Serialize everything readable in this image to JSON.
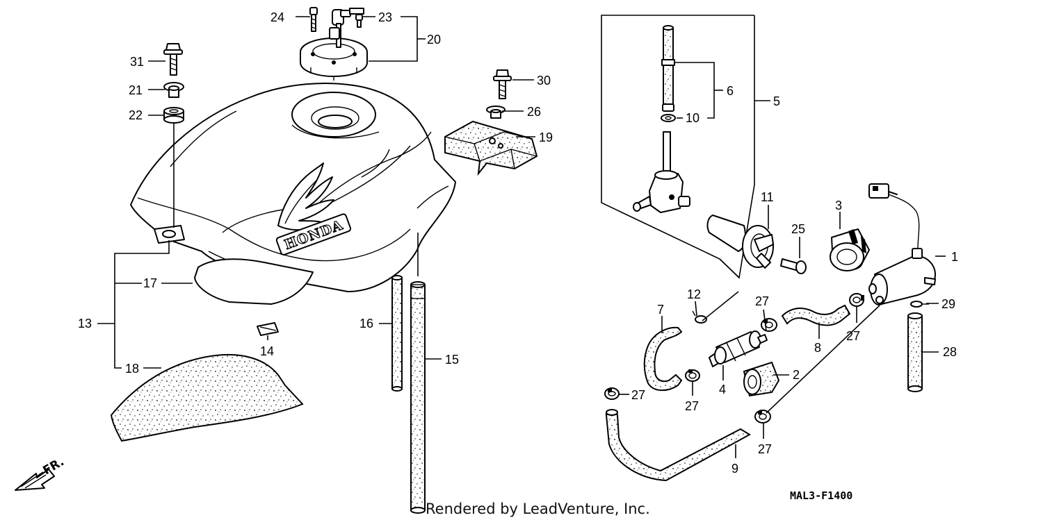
{
  "diagram": {
    "drawing_code": "MAL3-F1400",
    "credit": "Rendered by LeadVenture, Inc.",
    "tank_brand": "HONDA",
    "direction_label": "FR.",
    "callouts": {
      "c1": "1",
      "c2": "2",
      "c3": "3",
      "c4": "4",
      "c5": "5",
      "c6": "6",
      "c7": "7",
      "c8": "8",
      "c9": "9",
      "c10": "10",
      "c11": "11",
      "c12": "12",
      "c13": "13",
      "c14": "14",
      "c15": "15",
      "c16": "16",
      "c17": "17",
      "c18": "18",
      "c19": "19",
      "c20": "20",
      "c21": "21",
      "c22": "22",
      "c23": "23",
      "c24": "24",
      "c25": "25",
      "c26": "26",
      "c27": "27",
      "c28": "28",
      "c29": "29",
      "c30": "30",
      "c31": "31"
    }
  }
}
